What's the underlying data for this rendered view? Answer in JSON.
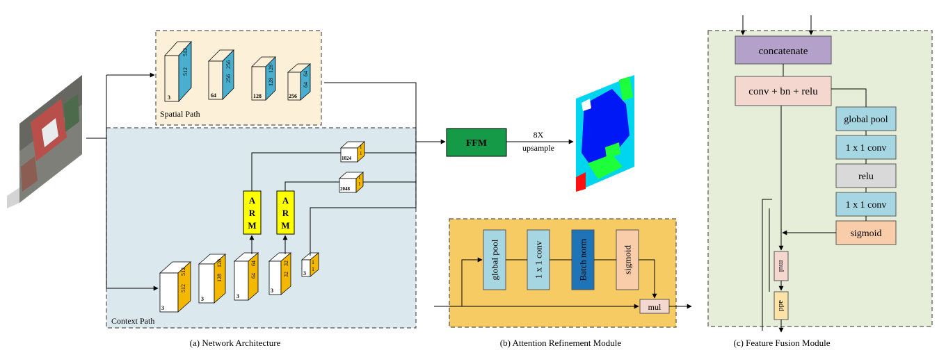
{
  "network": {
    "spatial_path": {
      "label": "Spatial Path",
      "blocks": [
        {
          "channels": "3",
          "dims": [
            "512",
            "512"
          ]
        },
        {
          "channels": "64",
          "dims": [
            "256",
            "256"
          ]
        },
        {
          "channels": "128",
          "dims": [
            "128",
            "128"
          ]
        },
        {
          "channels": "256",
          "dims": [
            "64",
            "64"
          ]
        }
      ]
    },
    "context_path": {
      "label": "Context Path",
      "blocks": [
        {
          "channels": "3",
          "dims": [
            "512",
            "512"
          ]
        },
        {
          "channels": "3",
          "dims": [
            "128",
            "128"
          ]
        },
        {
          "channels": "3",
          "dims": [
            "64",
            "64"
          ]
        },
        {
          "channels": "3",
          "dims": [
            "32",
            "32"
          ]
        },
        {
          "channels": "3",
          "dims": [
            "1",
            "1"
          ]
        }
      ],
      "top_blocks": [
        {
          "channels": "1024",
          "dims": [
            "1",
            "1"
          ]
        },
        {
          "channels": "2048",
          "dims": [
            "1",
            "1"
          ]
        }
      ],
      "arm_label": [
        "A",
        "R",
        "M"
      ]
    },
    "ffm_label": "FFM",
    "upsample": {
      "factor": "8X",
      "text": "upsample"
    },
    "caption": "(a) Network Architecture"
  },
  "arm_module": {
    "steps": [
      "global pool",
      "1 x 1 conv",
      "Batch norm",
      "sigmoid"
    ],
    "mul_label": "mul",
    "caption": "(b) Attention Refinement Module"
  },
  "ffm_module": {
    "concatenate": "concatenate",
    "conv_bn_relu": "conv + bn + relu",
    "branch": [
      "global pool",
      "1 x 1 conv",
      "relu",
      "1 x 1 conv",
      "sigmoid"
    ],
    "mul_label": "mul",
    "add_label": "add",
    "caption": "(c) Feature Fusion Module"
  },
  "colors": {
    "spatial_bg": "#fdf0d8",
    "context_bg": "#dbe9ef",
    "arm_bg": "#f6cb63",
    "ffm_bg": "#e6eed9",
    "cube_blue": "#4aafcf",
    "cube_orange": "#f5b800",
    "arm_yellow": "#ffff00",
    "ffm_green": "#159a48",
    "concat_purple": "#b4a1c9",
    "pink": "#f4d8d0",
    "light_blue": "#a6d6e2",
    "gray": "#d9d9d9",
    "salmon": "#f9ccaa",
    "dark_blue": "#1f74b8"
  }
}
